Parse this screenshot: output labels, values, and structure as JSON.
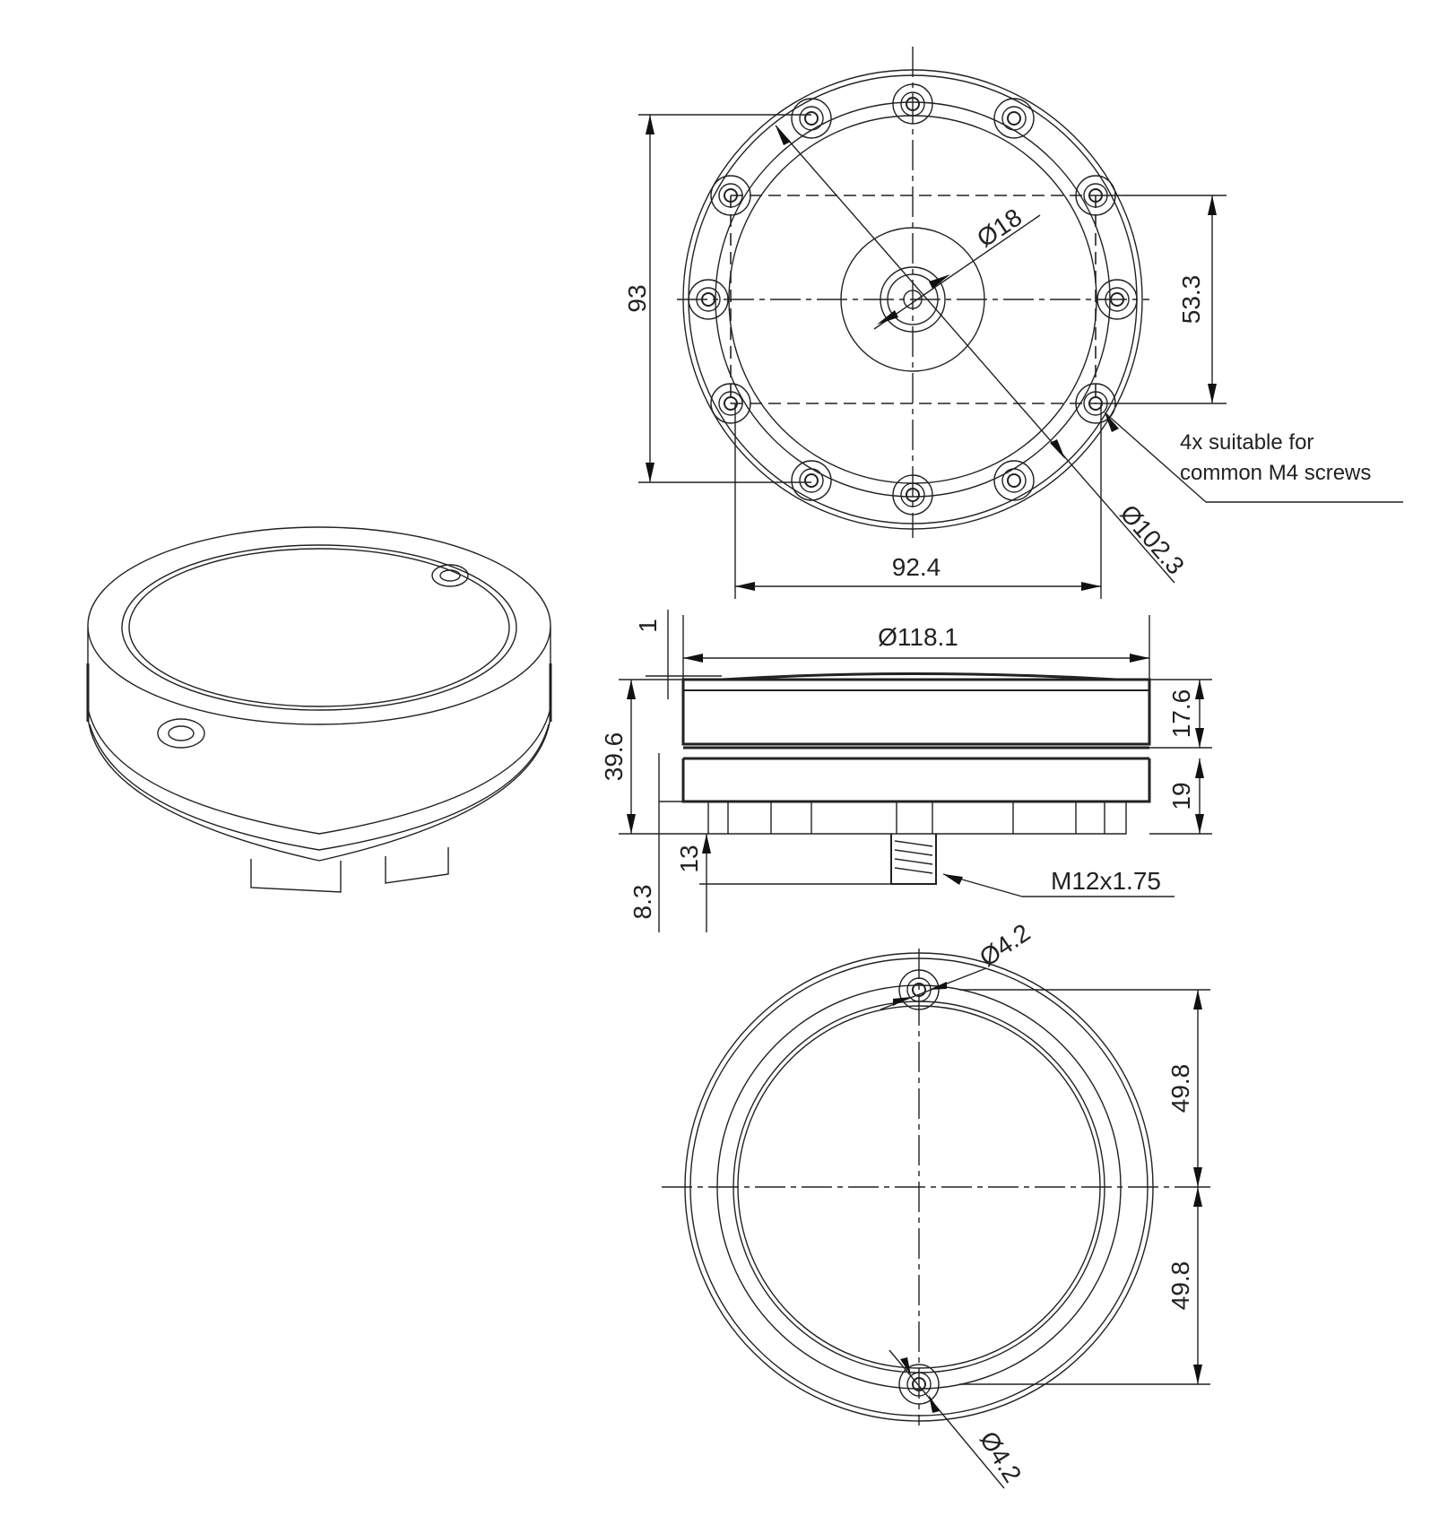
{
  "top_view": {
    "dim_height": "93",
    "dim_hole_spacing_v": "53.3",
    "dim_hole_spacing_h": "92.4",
    "dim_center_dia": "Ø18",
    "dim_bolt_circle": "Ø102.3",
    "note_line1": "4x suitable for",
    "note_line2": "common M4 screws"
  },
  "side_view": {
    "dim_top_offset": "1",
    "dim_outer_dia": "Ø118.1",
    "dim_total_height": "39.6",
    "dim_upper_part": "17.6",
    "dim_lower_part": "19",
    "dim_thread_len": "13",
    "dim_thread_offset": "8.3",
    "thread_label": "M12x1.75"
  },
  "bottom_view": {
    "dim_hole_top": "Ø4.2",
    "dim_hole_bottom": "Ø4.2",
    "dim_upper_half": "49.8",
    "dim_lower_half": "49.8"
  }
}
